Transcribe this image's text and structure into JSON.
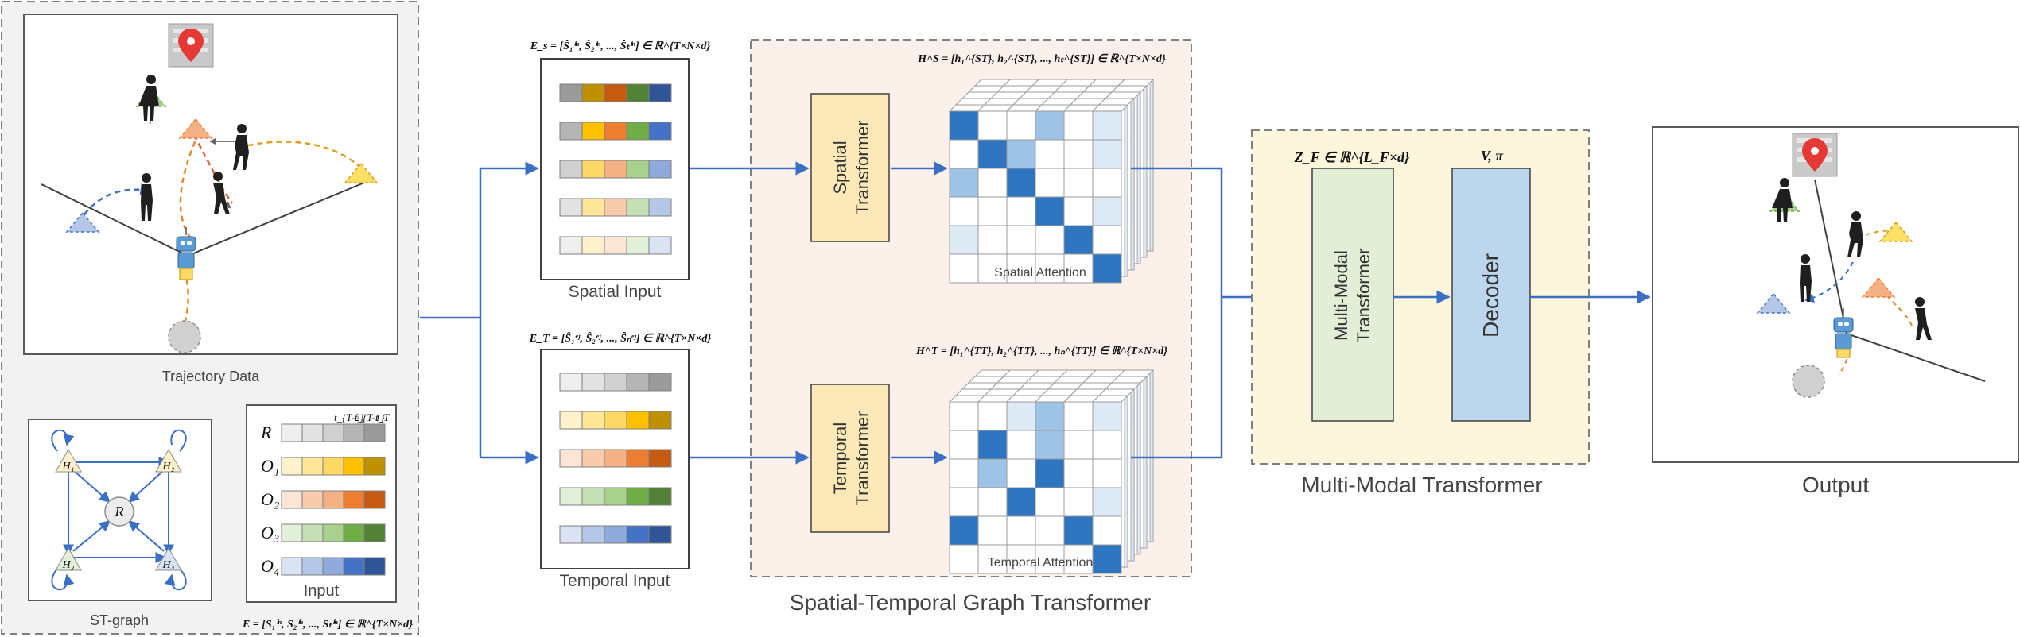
{
  "panels": {
    "trajectory_caption": "Trajectory Data",
    "stgraph_caption": "ST-graph",
    "input_caption": "Input",
    "input_formula": "E = [S₁ⁱⁿ, S₂ⁱⁿ, ..., Sₜⁱⁿ] ∈ ℝ^{T×N×d}",
    "input_rows": [
      "R",
      "O₁",
      "O₂",
      "O₃",
      "O₄"
    ],
    "input_time_labels": [
      "t_{T-2}",
      "t_{T-1}",
      "t_T"
    ],
    "graph_nodes": {
      "robot": "R",
      "humans": [
        "H₁",
        "H₂",
        "H₃",
        "H₄"
      ]
    }
  },
  "spatial_input": {
    "formula": "E_s = [Ŝ₁ⁱⁿ, Ŝ₂ⁱⁿ, ..., Ŝₜⁱⁿ] ∈ ℝ^{T×N×d}",
    "caption": "Spatial Input"
  },
  "temporal_input": {
    "formula": "E_T = [Ŝ₁ᵉʲ, Ŝ₂ᵉʲ, ..., Ŝₙᵉʲ] ∈ ℝ^{T×N×d}",
    "caption": "Temporal Input"
  },
  "st_graph_transformer": {
    "caption": "Spatial-Temporal Graph Transformer",
    "spatial_block": [
      "Spatial",
      "Transformer"
    ],
    "temporal_block": [
      "Temporal",
      "Transformer"
    ],
    "spatial_formula": "H^S = [h₁^{ST}, h₂^{ST}, ..., hₜ^{ST}] ∈ ℝ^{T×N×d}",
    "temporal_formula": "H^T = [h₁^{TT}, h₂^{TT}, ..., hₙ^{TT}] ∈ ℝ^{T×N×d}",
    "spatial_attention_caption": "Spatial Attention",
    "temporal_attention_caption": "Temporal Attention"
  },
  "multimodal": {
    "caption": "Multi-Modal Transformer",
    "block": [
      "Multi-Modal",
      "Transformer"
    ],
    "z_formula": "Z_F ∈ ℝ^{L_F×d}",
    "decoder_label": "Decoder",
    "decoder_formula": "V, π"
  },
  "output_caption": "Output",
  "colors": {
    "arrow": "#3a6fc4",
    "panel_bg": "#f2f2f2",
    "stgt_bg": "#fcf1ea",
    "mm_bg": "#fdf6dc",
    "transformer_fill": "#fde9b8",
    "mm_fill": "#e2eed6",
    "decoder_fill": "#bcd6ee",
    "attn_dark": "#2e74bf",
    "attn_mid": "#9dc3e6",
    "attn_light": "#deebf7"
  },
  "row_palettes": [
    [
      "#9b9b9b",
      "#bf9000",
      "#c55a11",
      "#538135",
      "#2f5597"
    ],
    [
      "#b5b5b5",
      "#ffc000",
      "#ed7d31",
      "#70ad47",
      "#4472c4"
    ],
    [
      "#d0d0d0",
      "#ffd966",
      "#f4b183",
      "#a9d18e",
      "#8faadc"
    ],
    [
      "#e2e2e2",
      "#ffe699",
      "#f8cbad",
      "#c5e0b4",
      "#b4c7e7"
    ],
    [
      "#efefef",
      "#fff2cc",
      "#fbe5d6",
      "#e2f0d9",
      "#dae3f3"
    ]
  ]
}
